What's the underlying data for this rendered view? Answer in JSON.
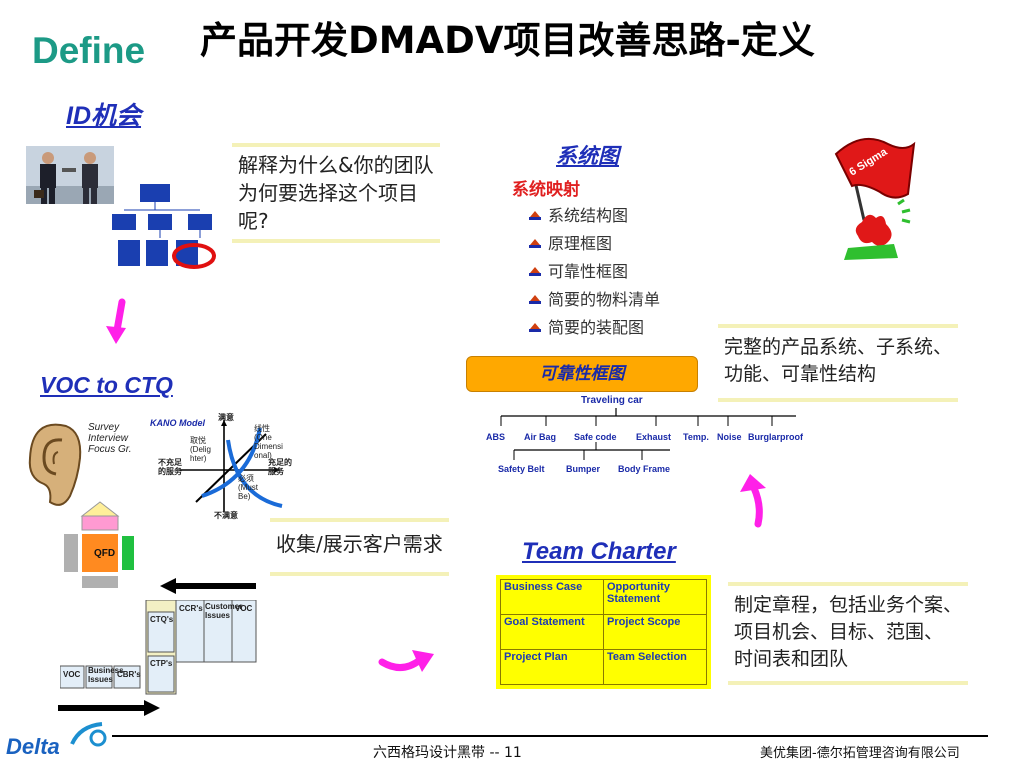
{
  "slide": {
    "section_label": "Define",
    "title": "产品开发DMADV项目改善思路-定义"
  },
  "id_opportunity": {
    "heading": "ID机会",
    "note_lines": [
      "解释为什么&你的团队",
      "为何要选择这个项目",
      "呢?"
    ]
  },
  "system_map": {
    "heading": "系统图",
    "subheading": "系统映射",
    "items": [
      "系统结构图",
      "原理框图",
      "可靠性框图",
      "简要的物料清单",
      "简要的装配图"
    ],
    "flag_text": "6 Sigma",
    "note_lines": [
      "完整的产品系统、子系统、",
      "功能、可靠性结构"
    ]
  },
  "reliability_diagram": {
    "banner": "可靠性框图",
    "root": "Traveling  car",
    "level1": [
      "ABS",
      "Air  Bag",
      "Safe  code",
      "Exhaust",
      "Temp.",
      "Noise",
      "Burglarproof"
    ],
    "level2": [
      "Safety  Belt",
      "Bumper",
      "Body  Frame"
    ]
  },
  "voc": {
    "heading": "VOC to CTQ",
    "survey": [
      "Survey",
      "Interview",
      "Focus Gr."
    ],
    "kano": {
      "title": "KANO Model",
      "top": "满意",
      "bottom": "不满意",
      "left": [
        "不充足",
        "的服务"
      ],
      "right": [
        "充足的",
        "服务"
      ],
      "delight": [
        "取悦",
        "(Delig",
        "hter)"
      ],
      "linear": [
        "线性",
        "(One",
        "Dimensi",
        "onal)"
      ],
      "must": [
        "必须",
        "(Must",
        "Be)"
      ]
    },
    "qfd_label": "QFD",
    "tree": {
      "voc": "VOC",
      "business": [
        "Business",
        "Issues"
      ],
      "cbr": "CBR's",
      "ctq": "CTQ's",
      "ctp": "CTP's",
      "ccr": "CCR's",
      "customer": [
        "Customer",
        "Issues"
      ],
      "voc_right": "VOC"
    },
    "note": "收集/展示客户需求"
  },
  "team_charter": {
    "heading": "Team Charter",
    "cells": [
      [
        "Business Case",
        "Opportunity Statement"
      ],
      [
        "Goal Statement",
        "Project Scope"
      ],
      [
        "Project Plan",
        "Team Selection"
      ]
    ],
    "note_lines": [
      "制定章程，包括业务个案、",
      "项目机会、目标、范围、",
      "时间表和团队"
    ]
  },
  "footer": {
    "logo_text": "Delta",
    "page_text": "六西格玛设计黑带 -- 11",
    "company": "美优集团-德尔拓管理咨询有限公司"
  },
  "colors": {
    "define_green": "#1c9a86",
    "heading_blue": "#1f2fb8",
    "arrow_magenta": "#ff20e8",
    "charter_yellow": "#ffff00",
    "banner_orange": "#ffa800"
  }
}
